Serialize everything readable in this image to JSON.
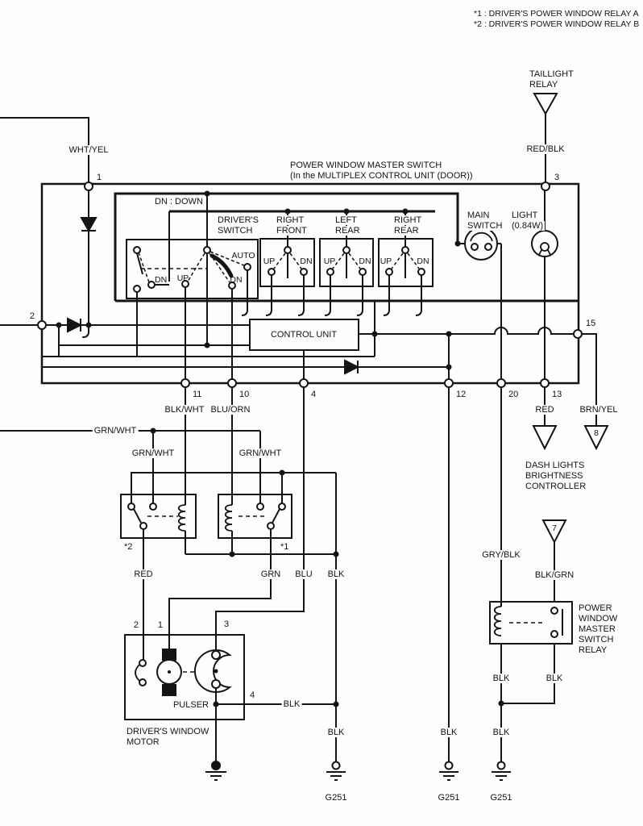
{
  "colors": {
    "ink": "#141414",
    "paper": "#fdfdfd"
  },
  "legend": {
    "relay_a": "*1 : DRIVER'S POWER WINDOW RELAY A",
    "relay_b": "*2 : DRIVER'S POWER WINDOW RELAY B"
  },
  "titles": {
    "master1": "POWER WINDOW MASTER SWITCH",
    "master2": "(In the MULTIPLEX CONTROL UNIT (DOOR))",
    "dn_note": "DN : DOWN"
  },
  "wires": {
    "wht_yel": "WHT/YEL",
    "red_blk": "RED/BLK",
    "blk_wht": "BLK/WHT",
    "blu_orn": "BLU/ORN",
    "grn_wht": "GRN/WHT",
    "red": "RED",
    "grn": "GRN",
    "blu": "BLU",
    "blk": "BLK",
    "gry_blk": "GRY/BLK",
    "blk_grn": "BLK/GRN",
    "brn_yel": "BRN/YEL"
  },
  "pins": {
    "p1": "1",
    "p2": "2",
    "p3": "3",
    "p4": "4",
    "p10": "10",
    "p11": "11",
    "p12": "12",
    "p13": "13",
    "p15": "15",
    "p20": "20"
  },
  "switches": {
    "up": "UP",
    "dn": "DN",
    "auto": "AUTO",
    "drivers1": "DRIVER'S",
    "drivers2": "SWITCH",
    "rf1": "RIGHT",
    "rf2": "FRONT",
    "lr1": "LEFT",
    "lr2": "REAR",
    "rr1": "RIGHT",
    "rr2": "REAR",
    "main1": "MAIN",
    "main2": "SWITCH"
  },
  "components": {
    "control_unit": "CONTROL UNIT",
    "light1": "LIGHT",
    "light2": "(0.84W)",
    "taillight1": "TAILLIGHT",
    "taillight2": "RELAY",
    "dash1": "DASH LIGHTS",
    "dash2": "BRIGHTNESS",
    "dash3": "CONTROLLER",
    "pwr1": "POWER",
    "pwr2": "WINDOW",
    "pwr3": "MASTER",
    "pwr4": "SWITCH",
    "pwr5": "RELAY",
    "motor1": "DRIVER'S WINDOW",
    "motor2": "MOTOR",
    "pulser": "PULSER",
    "relay_a": "*1",
    "relay_b": "*2",
    "tri7": "7",
    "tri8": "8",
    "ground": "G251"
  }
}
